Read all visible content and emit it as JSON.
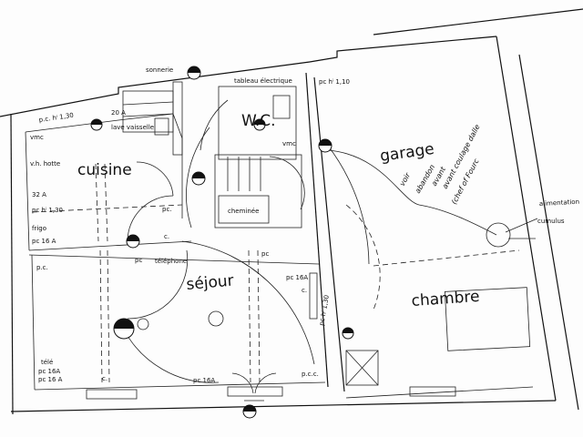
{
  "rooms": {
    "cuisine": "cuisine",
    "wc": "W.C.",
    "garage": "garage",
    "sejour": "séjour",
    "chambre": "chambre",
    "cheminee": "cheminée"
  },
  "labels": {
    "sonnerie": "sonnerie",
    "tableau": "tableau électrique",
    "pc_h130_kitchen": "p.c. hⁱ 1,30",
    "amp20": "20 A",
    "lave_vaisselle": "lave vaisselle",
    "vmc_kitchen": "vmc",
    "vh_hotte": "v.h. hotte",
    "a32": "32 A",
    "pc_h130_kitchen2": "pc hⁱ 1,30",
    "frigo": "frigo",
    "pc16a_kitchen": "pc 16 A",
    "pc_kitchen": "pc.",
    "c_kitchen": "c.",
    "vmc_wc": "vmc",
    "pc_garage": "pc hⁱ 1,10",
    "alimentation": "alimentation",
    "cumulus": "cumulus",
    "pc_sejour_left": "p.c.",
    "pc_sejour_top": "pc",
    "telephone": "téléphone",
    "pc16a_sejour": "pc 16A",
    "c_sejour": "c.",
    "pc_h130_sejour": "pc hⁱ 1,30",
    "tele": "télé",
    "pc16a_1": "pc 16A",
    "pc16a_2": "pc 16 A",
    "c_bottom": "c.",
    "pc16a_bottom": "pc 16A",
    "pcc": "p.c.c.",
    "pc_sejour_mid": "pc"
  },
  "annotation": {
    "line1": "voir",
    "line2": "abandon",
    "line3": "avant",
    "line4": "avant coulage dalle",
    "line5": "(chef of Fourc"
  }
}
